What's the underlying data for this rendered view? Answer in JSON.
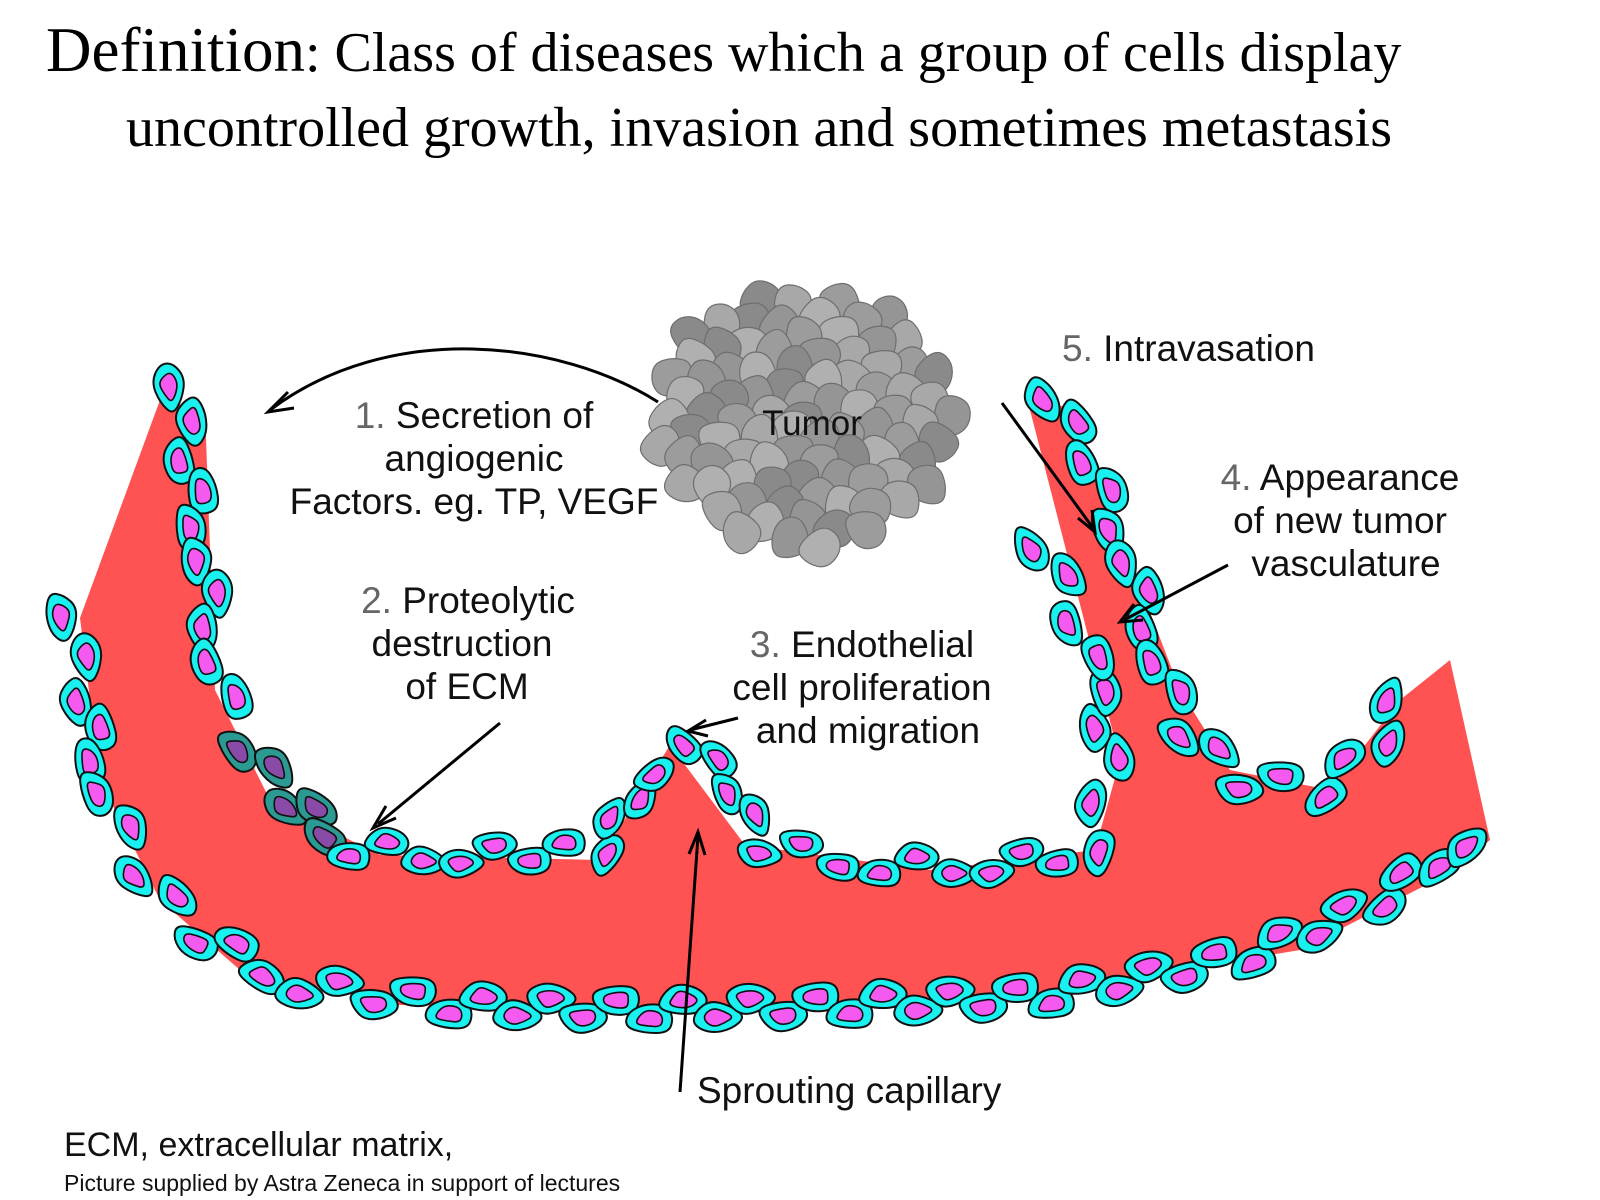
{
  "title": {
    "label": "Definition",
    "colon": ":",
    "line1_rest": " Class of diseases which a group of cells display",
    "line2": "uncontrolled growth, invasion and sometimes metastasis"
  },
  "labels": {
    "tumor": "Tumor",
    "step1_num": "1.",
    "step1_line1": "Secretion of",
    "step1_line2": "angiogenic",
    "step1_line3": "Factors. eg. TP, VEGF",
    "step2_num": "2.",
    "step2_line1": "Proteolytic",
    "step2_line2": "destruction",
    "step2_line3": "of ECM",
    "step3_num": "3.",
    "step3_line1": "Endothelial",
    "step3_line2": "cell proliferation",
    "step3_line3": "and migration",
    "step4_num": "4.",
    "step4_line1": "Appearance",
    "step4_line2": "of new tumor",
    "step4_line3": "vasculature",
    "step5_num": "5.",
    "step5_line1": "Intravasation",
    "sprouting": "Sprouting capillary"
  },
  "footer": {
    "ecm": "ECM, extracellular matrix,",
    "credit": "Picture supplied by Astra Zeneca in support of lectures"
  },
  "colors": {
    "vessel": "#ff5252",
    "cell": "#19f0f0",
    "nucleus": "#f55af0",
    "ecm_cell": "#2a9a92",
    "ecm_nucleus": "#8a4aa8",
    "tumor_cell": "#9a9a9a",
    "outline": "#111111"
  }
}
